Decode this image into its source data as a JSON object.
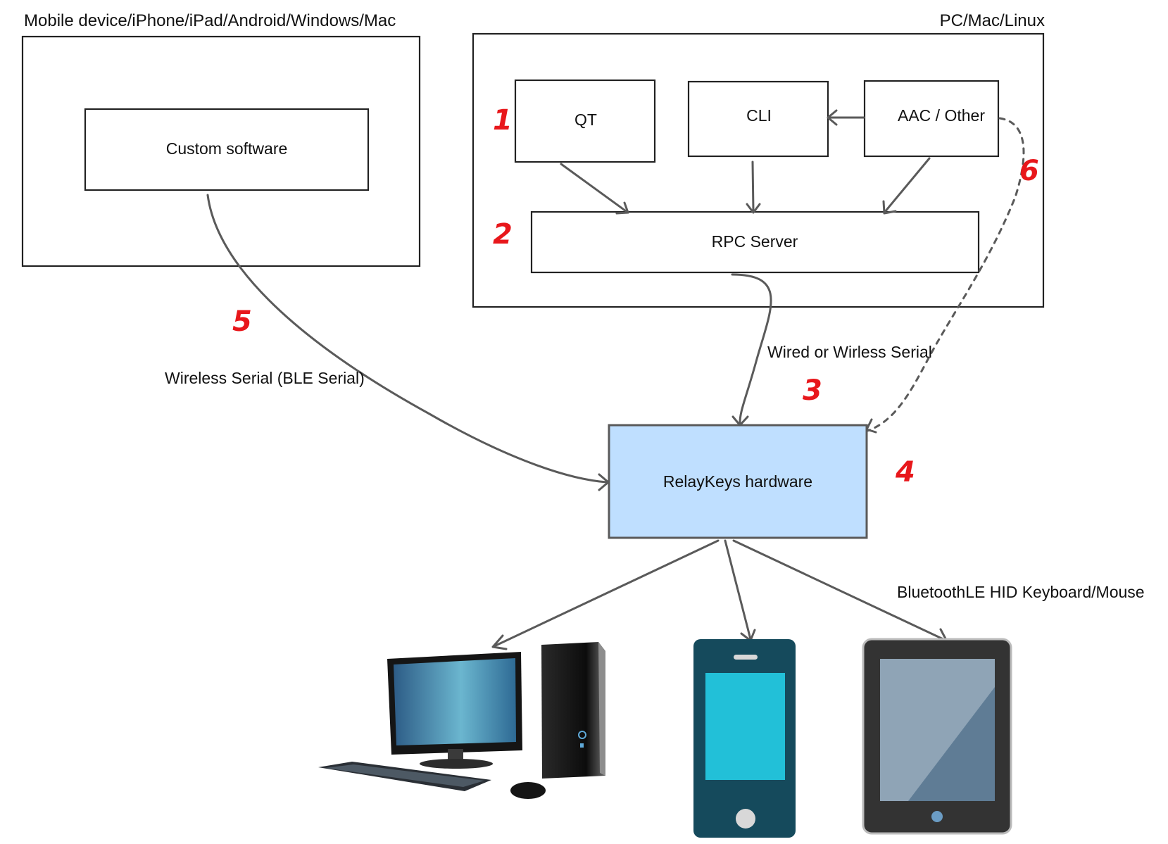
{
  "containers": {
    "mobile_title": "Mobile device/iPhone/iPad/Android/Windows/Mac",
    "pc_title": "PC/Mac/Linux"
  },
  "boxes": {
    "custom_software": "Custom software",
    "qt": "QT",
    "cli": "CLI",
    "aac": "AAC / Other",
    "rpc": "RPC Server",
    "relaykeys": "RelayKeys hardware"
  },
  "edges": {
    "wireless_ble": "Wireless Serial (BLE Serial)",
    "wired_or_wireless": "Wired or Wirless Serial",
    "ble_hid": "BluetoothLE HID Keyboard/Mouse"
  },
  "numbers": {
    "n1": "1",
    "n2": "2",
    "n3": "3",
    "n4": "4",
    "n5": "5",
    "n6": "6"
  },
  "colors": {
    "relaykeys_fill": "#bfdfff",
    "number_red": "#e8171b",
    "arrow_gray": "#5a5a5a"
  },
  "targets": [
    "desktop-computer-icon",
    "smartphone-icon",
    "tablet-icon"
  ]
}
